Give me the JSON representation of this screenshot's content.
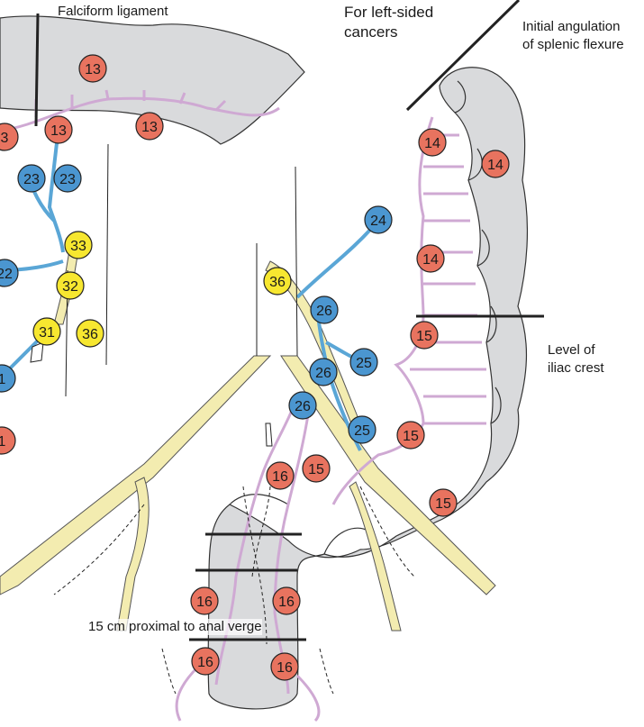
{
  "labels": {
    "falciform": "Falciform ligament",
    "left_sided_1": "For left-sided",
    "left_sided_2": "cancers",
    "splenic_1": "Initial angulation",
    "splenic_2": "of splenic flexure",
    "iliac_1": "Level of",
    "iliac_2": "iliac crest",
    "anal_verge": "15 cm proximal to anal verge"
  },
  "colors": {
    "colon": "#d9dadc",
    "red_node": "#e8735f",
    "blue_node": "#4b96d0",
    "yellow_node": "#f7e730",
    "artery": "#f3ecb0",
    "vein_lilac": "#cfa9d3",
    "blue_vessel": "#5aa6d6"
  },
  "nodes": [
    {
      "label": "13",
      "color": "red"
    },
    {
      "label": "3",
      "color": "red"
    },
    {
      "label": "13",
      "color": "red"
    },
    {
      "label": "13",
      "color": "red"
    },
    {
      "label": "23",
      "color": "blue"
    },
    {
      "label": "23",
      "color": "blue"
    },
    {
      "label": "33",
      "color": "yellow"
    },
    {
      "label": "22",
      "color": "blue"
    },
    {
      "label": "32",
      "color": "yellow"
    },
    {
      "label": "31",
      "color": "yellow"
    },
    {
      "label": "36",
      "color": "yellow"
    },
    {
      "label": "1",
      "color": "blue"
    },
    {
      "label": "1",
      "color": "red"
    },
    {
      "label": "14",
      "color": "red"
    },
    {
      "label": "14",
      "color": "red"
    },
    {
      "label": "24",
      "color": "blue"
    },
    {
      "label": "14",
      "color": "red"
    },
    {
      "label": "36",
      "color": "yellow"
    },
    {
      "label": "26",
      "color": "blue"
    },
    {
      "label": "15",
      "color": "red"
    },
    {
      "label": "25",
      "color": "blue"
    },
    {
      "label": "26",
      "color": "blue"
    },
    {
      "label": "26",
      "color": "blue"
    },
    {
      "label": "25",
      "color": "blue"
    },
    {
      "label": "15",
      "color": "red"
    },
    {
      "label": "16",
      "color": "red"
    },
    {
      "label": "15",
      "color": "red"
    },
    {
      "label": "15",
      "color": "red"
    },
    {
      "label": "16",
      "color": "red"
    },
    {
      "label": "16",
      "color": "red"
    },
    {
      "label": "16",
      "color": "red"
    },
    {
      "label": "16",
      "color": "red"
    }
  ]
}
